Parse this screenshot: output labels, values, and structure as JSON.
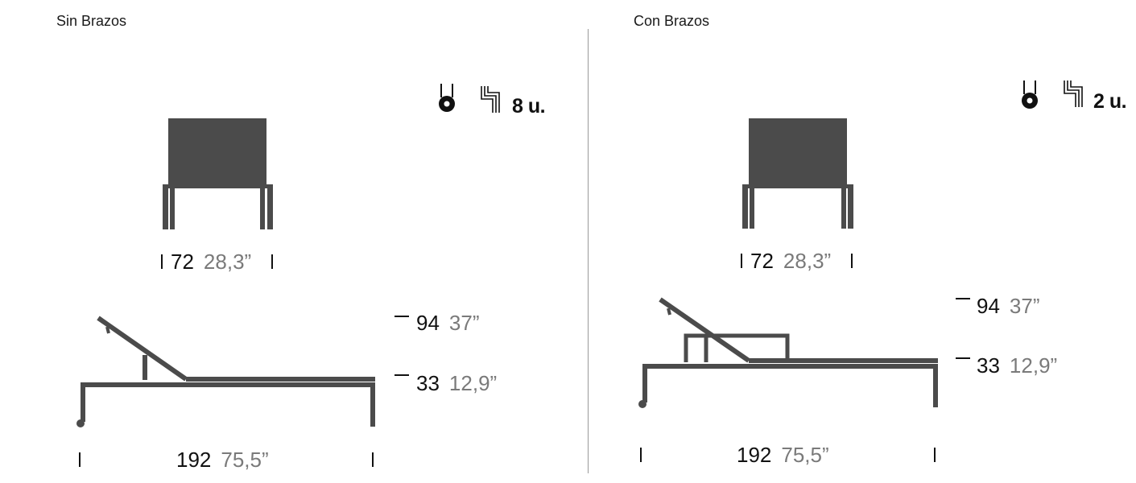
{
  "colors": {
    "frame": "#4b4b4b",
    "dimension_primary": "#111111",
    "dimension_secondary": "#7a7a7a",
    "divider": "#9a9a9a"
  },
  "icons": {
    "wheel": "wheel-icon",
    "stack": "stack-icon"
  },
  "left_panel": {
    "title": "Sin Brazos",
    "stack_quantity": "8 u.",
    "width": {
      "cm": "72",
      "inch": "28,3”"
    },
    "height_total": {
      "cm": "94",
      "inch": "37”"
    },
    "height_seat": {
      "cm": "33",
      "inch": "12,9”"
    },
    "length": {
      "cm": "192",
      "inch": "75,5”"
    }
  },
  "right_panel": {
    "title": "Con Brazos",
    "stack_quantity": "2 u.",
    "width": {
      "cm": "72",
      "inch": "28,3”"
    },
    "height_total": {
      "cm": "94",
      "inch": "37”"
    },
    "height_seat": {
      "cm": "33",
      "inch": "12,9”"
    },
    "length": {
      "cm": "192",
      "inch": "75,5”"
    }
  }
}
